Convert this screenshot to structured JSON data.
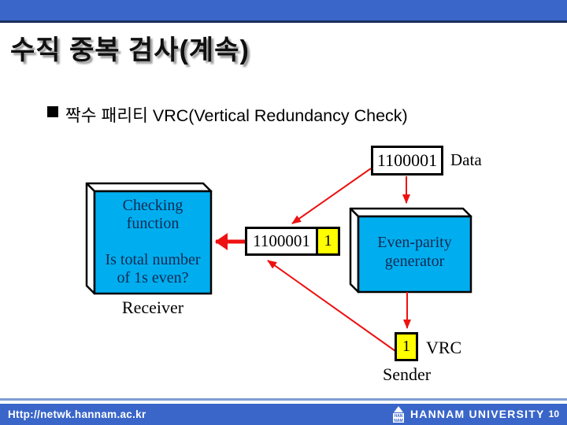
{
  "slide": {
    "title": "수직 중복 검사(계속)",
    "bullet": "짝수 패리티 VRC(Vertical Redundancy Check)"
  },
  "diagram": {
    "data_unit": {
      "value": "1100001",
      "label": "Data"
    },
    "transmitted_unit": {
      "value": "1100001",
      "parity": "1"
    },
    "receiver": {
      "line1": "Checking",
      "line2": "function",
      "line3": "Is total number",
      "line4": "of 1s even?",
      "label": "Receiver"
    },
    "generator": {
      "line1": "Even-parity",
      "line2": "generator"
    },
    "vrc": {
      "value": "1",
      "label": "VRC"
    },
    "sender_label": "Sender"
  },
  "footer": {
    "url": "Http://netwk.hannam.ac.kr",
    "university": "HANNAM UNIVERSITY",
    "logo_line1": "HAN",
    "logo_line2": "NAM",
    "page": "10"
  },
  "colors": {
    "bar_blue": "#3a66c9",
    "bar_edge_navy": "#1b2f5c",
    "box_cyan": "#00aeef",
    "parity_yellow": "#ffff00",
    "arrow_red": "#ee1111",
    "box_text_navy": "#122a52",
    "footer_thinline": "#7f9cd4"
  }
}
